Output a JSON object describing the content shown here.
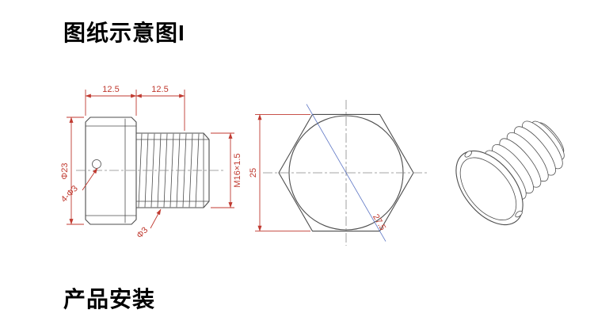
{
  "page": {
    "title_top": "图纸示意图I",
    "title_bottom": "产品安装"
  },
  "colors": {
    "line": "#4d4d4d",
    "center": "#888888",
    "dim": "#c03a30",
    "diag": "#5b74c4"
  },
  "side_view": {
    "dim_head_length": "12.5",
    "dim_thread_length": "12.5",
    "dim_flange_diameter": "Φ23",
    "dim_side_holes": "4-Φ3",
    "dim_thread_spec": "M16×1.5",
    "dim_vent_hole": "Φ3"
  },
  "front_view": {
    "dim_across_flats": "25",
    "dim_across_corners": "27.5"
  }
}
